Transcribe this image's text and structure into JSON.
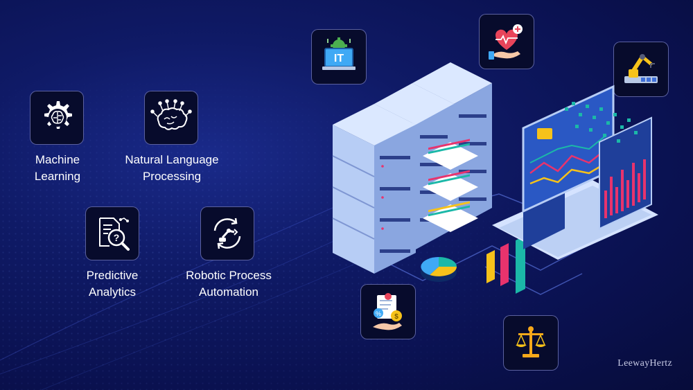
{
  "features": [
    {
      "line1": "Machine",
      "line2": "Learning"
    },
    {
      "line1": "Natural Language",
      "line2": "Processing"
    },
    {
      "line1": "Predictive",
      "line2": "Analytics"
    },
    {
      "line1": "Robotic Process",
      "line2": "Automation"
    }
  ],
  "it_badge": "IT",
  "brand": "LeewayHertz",
  "icons": [
    "brain-gear-icon",
    "brain-circuit-icon",
    "magnifier-question-icon",
    "robot-arm-cycle-icon",
    "it-monitor-icon",
    "heart-hand-icon",
    "robot-arm-icon",
    "finance-document-icon",
    "justice-scale-icon"
  ],
  "colors": {
    "background": "#0f1a66",
    "tile_bg": "#070b2c",
    "tile_border": "#a0aaff",
    "accent_pink": "#e8336d",
    "accent_teal": "#1bb8a8",
    "accent_yellow": "#f6c21a"
  }
}
